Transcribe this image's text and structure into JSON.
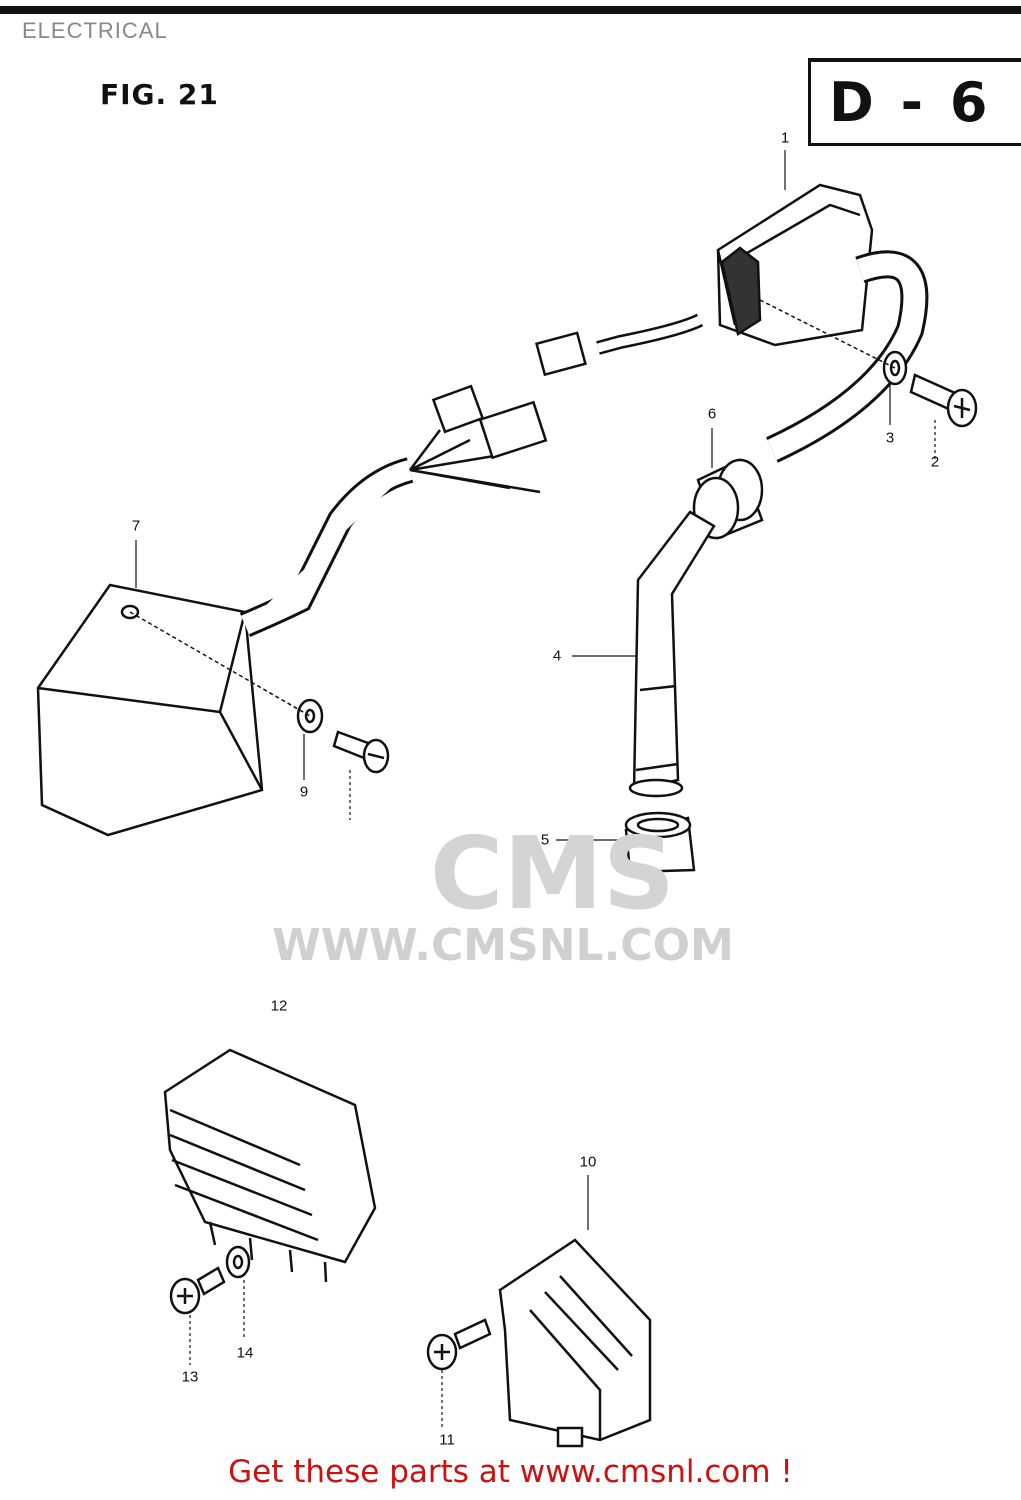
{
  "header": {
    "section_title": "ELECTRICAL",
    "figure_label": "FIG. 21",
    "code": "D - 6"
  },
  "callouts": [
    {
      "id": "1",
      "label": "1"
    },
    {
      "id": "2",
      "label": "2"
    },
    {
      "id": "3",
      "label": "3"
    },
    {
      "id": "4",
      "label": "4"
    },
    {
      "id": "5",
      "label": "5"
    },
    {
      "id": "6",
      "label": "6"
    },
    {
      "id": "7",
      "label": "7"
    },
    {
      "id": "9",
      "label": "9"
    },
    {
      "id": "10",
      "label": "10"
    },
    {
      "id": "11",
      "label": "11"
    },
    {
      "id": "12",
      "label": "12"
    },
    {
      "id": "13",
      "label": "13"
    },
    {
      "id": "14",
      "label": "14"
    }
  ],
  "watermark": {
    "logo_text": "CMS",
    "url_text": "WWW.CMSNL.COM"
  },
  "footer": {
    "link_text": "Get these parts at www.cmsnl.com !",
    "link_color": "#cc1111"
  }
}
